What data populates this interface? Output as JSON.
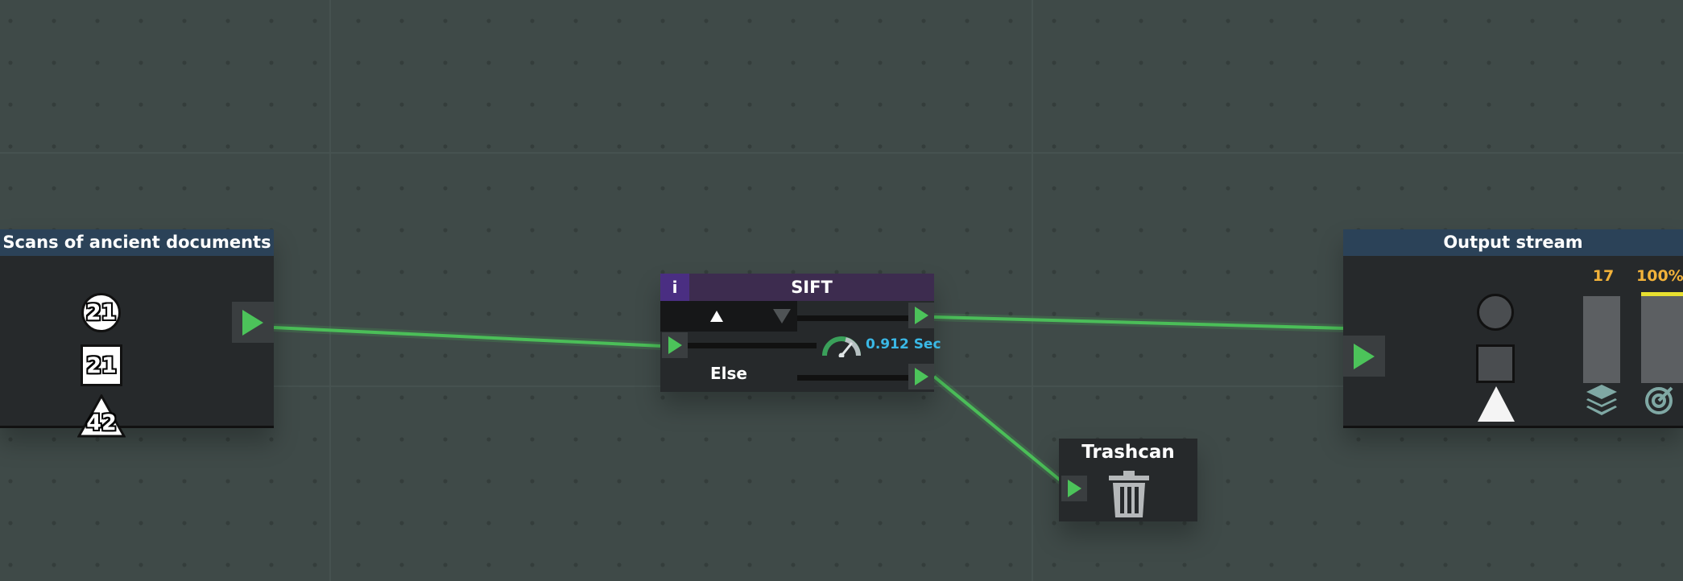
{
  "source_node": {
    "title": "Scans of ancient documents",
    "items": [
      {
        "shape": "circle",
        "value": "21"
      },
      {
        "shape": "square",
        "value": "21"
      },
      {
        "shape": "triangle",
        "value": "42"
      }
    ]
  },
  "sift_node": {
    "info_label": "i",
    "title": "SIFT",
    "else_label": "Else",
    "speed_value": "0.912 Sec",
    "speed_icon": "speedometer-icon",
    "filter_up_icon": "triangle-up-icon",
    "filter_down_icon": "triangle-down-icon"
  },
  "trash_node": {
    "title": "Trashcan",
    "icon": "trash-icon"
  },
  "output_node": {
    "title": "Output stream",
    "shapes": [
      "circle",
      "square",
      "triangle"
    ],
    "count_value": "17",
    "accuracy_value": "100%",
    "accuracy_fraction": 1.0,
    "count_icon": "layers-icon",
    "accuracy_icon": "target-icon"
  },
  "colors": {
    "background": "#3f4a48",
    "node_body": "#26292b",
    "node_header": "#2b4258",
    "sift_header": "#3d2c4f",
    "info_button": "#4a2e82",
    "connector": "#4cc35a",
    "stat_value": "#f2b23a",
    "accuracy_bar": "#e8e030",
    "speed_text": "#3ab8e6"
  }
}
